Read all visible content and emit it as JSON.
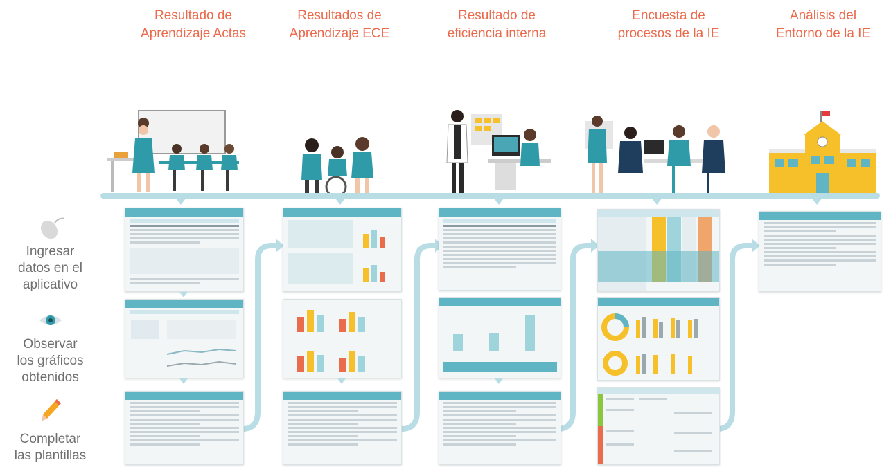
{
  "stages": [
    {
      "line1": "Resultado de",
      "line2": "Aprendizaje Actas"
    },
    {
      "line1": "Resultados de",
      "line2": "Aprendizaje ECE"
    },
    {
      "line1": "Resultado de",
      "line2": "eficiencia interna"
    },
    {
      "line1": "Encuesta de",
      "line2": "procesos de la IE"
    },
    {
      "line1": "Análisis del",
      "line2": "Entorno de la IE"
    }
  ],
  "steps": [
    {
      "icon": "mouse-icon",
      "line1": "Ingresar",
      "line2": "datos en el",
      "line3": "aplicativo"
    },
    {
      "icon": "eye-icon",
      "line1": "Observar",
      "line2": "los gráficos",
      "line3": "obtenidos"
    },
    {
      "icon": "pencil-icon",
      "line1": "Completar",
      "line2": "las plantillas",
      "line3": ""
    }
  ],
  "colors": {
    "accent": "#ec6a4c",
    "teal": "#5fb5c3",
    "timeline": "#b9dde5",
    "yellow": "#f5c02a",
    "text": "#6f6f6f"
  }
}
